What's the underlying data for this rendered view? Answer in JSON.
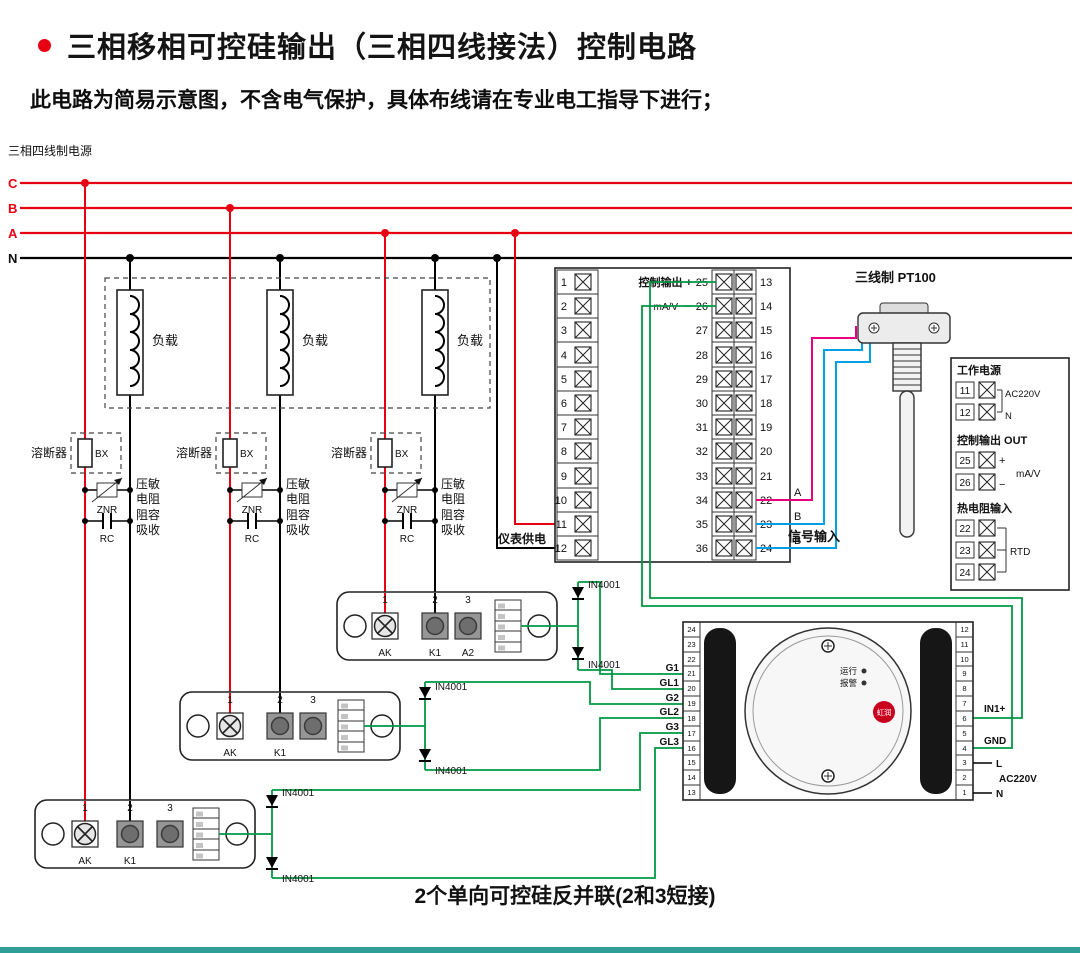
{
  "header": {
    "title": "三相移相可控硅输出（三相四线接法）控制电路",
    "subtitle": "此电路为简易示意图，不含电气保护，具体布线请在专业电工指导下进行；"
  },
  "power": {
    "label": "三相四线制电源",
    "phase_c": "C",
    "phase_b": "B",
    "phase_a": "A",
    "neutral": "N"
  },
  "branch": {
    "load": "负载",
    "fuse": "溶断器",
    "fuse_type": "BX",
    "varistor_type": "ZNR",
    "varistor_1": "压敏",
    "varistor_2": "电阻",
    "snubber_type": "RC",
    "snubber_1": "阻容",
    "snubber_2": "吸收"
  },
  "controller": {
    "left": [
      "1",
      "2",
      "3",
      "4",
      "5",
      "6",
      "7",
      "8",
      "9",
      "10",
      "11",
      "12"
    ],
    "mid": [
      "25",
      "26",
      "27",
      "28",
      "29",
      "30",
      "31",
      "32",
      "33",
      "34",
      "35",
      "36"
    ],
    "right": [
      "13",
      "14",
      "15",
      "16",
      "17",
      "18",
      "19",
      "20",
      "21",
      "22",
      "23",
      "24"
    ],
    "output_label": "控制输出 +",
    "output_unit": "mA/V",
    "output_minus": "−",
    "supply_label": "仪表供电",
    "rtd_a": "A",
    "rtd_b1": "B",
    "rtd_b2": "B",
    "signal_label": "信号输入",
    "sensor_label": "三线制 PT100"
  },
  "panel": {
    "power_title": "工作电源",
    "t11": "11",
    "t12": "12",
    "ac": "AC220V",
    "n": "N",
    "out_title": "控制输出 OUT",
    "t25": "25",
    "t26": "26",
    "plus": "+",
    "minus": "−",
    "unit": "mA/V",
    "rtd_title": "热电阻输入",
    "t22": "22",
    "t23": "23",
    "t24": "24",
    "rtd": "RTD"
  },
  "modules": [
    {
      "p1": "1",
      "p2": "2",
      "p3": "3",
      "n1": "AK",
      "n2": "K1",
      "n3": "A2"
    },
    {
      "p1": "1",
      "p2": "2",
      "p3": "3",
      "n1": "AK",
      "n2": "K1"
    },
    {
      "p1": "1",
      "p2": "2",
      "p3": "3",
      "n1": "AK",
      "n2": "K1"
    }
  ],
  "diode": "IN4001",
  "trigger": {
    "left_pins": [
      "24",
      "23",
      "22",
      "21",
      "20",
      "19",
      "18",
      "17",
      "16",
      "15",
      "14",
      "13"
    ],
    "right_pins": [
      "12",
      "11",
      "10",
      "9",
      "8",
      "7",
      "6",
      "5",
      "4",
      "3",
      "2",
      "1"
    ],
    "g1": "G1",
    "gl1": "GL1",
    "g2": "G2",
    "gl2": "GL2",
    "g3": "G3",
    "gl3": "GL3",
    "in1": "IN1+",
    "gnd": "GND",
    "l": "L",
    "ac": "AC220V",
    "n": "N",
    "led_run": "运行",
    "led_alarm": "报警",
    "logo": "虹润"
  },
  "caption": "2个单向可控硅反并联(2和3短接)",
  "colors": {
    "phase_wire": "#e60012",
    "neutral_wire": "#000000",
    "gate_wire": "#009944",
    "rtd_b_wire": "#00a0e9",
    "rtd_a_wire": "#e6007e",
    "brand": "#c8001e",
    "footer_bar": "#2e9e96"
  }
}
